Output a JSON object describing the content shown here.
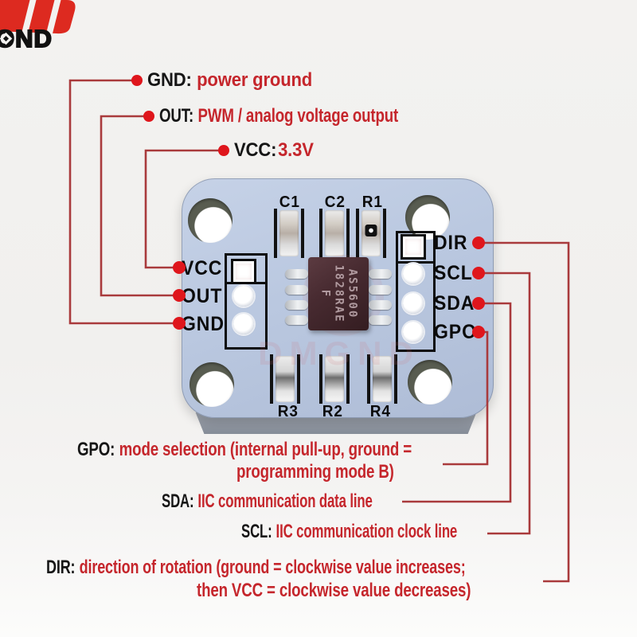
{
  "logo": {
    "text": "OND"
  },
  "callouts": {
    "gnd": {
      "pin": "GND:",
      "desc": "power ground"
    },
    "out": {
      "pin": "OUT:",
      "desc": "PWM / analog voltage output"
    },
    "vcc": {
      "pin": "VCC:",
      "desc": "3.3V"
    },
    "gpo": {
      "pin": "GPO:",
      "desc": "mode selection (internal pull-up, ground =",
      "desc2": "programming mode B)"
    },
    "sda": {
      "pin": "SDA:",
      "desc": "IIC communication data line"
    },
    "scl": {
      "pin": "SCL:",
      "desc": "IIC communication clock line"
    },
    "dir": {
      "pin": "DIR:",
      "desc": "direction of rotation (ground = clockwise value increases;",
      "desc2": "then VCC = clockwise value decreases)"
    }
  },
  "pcb": {
    "left_pins": [
      "VCC",
      "OUT",
      "GND"
    ],
    "right_pins": [
      "DIR",
      "SCL",
      "SDA",
      "GPO"
    ],
    "top_components": [
      "C1",
      "C2",
      "R1"
    ],
    "bottom_components": [
      "R3",
      "R2",
      "R4"
    ],
    "chip": {
      "line1": "AS5600",
      "line2": "1828RAE",
      "line3": "F"
    },
    "watermark": "DMGND"
  },
  "colors": {
    "red_text": "#c5262c",
    "line_red": "#a93a3c",
    "dot_red": "#df161c",
    "logo_red": "#dd2a20",
    "pcb_blue": "#bac8e0",
    "silkscreen": "#0c0c0c",
    "chip_body": "#482b31"
  }
}
